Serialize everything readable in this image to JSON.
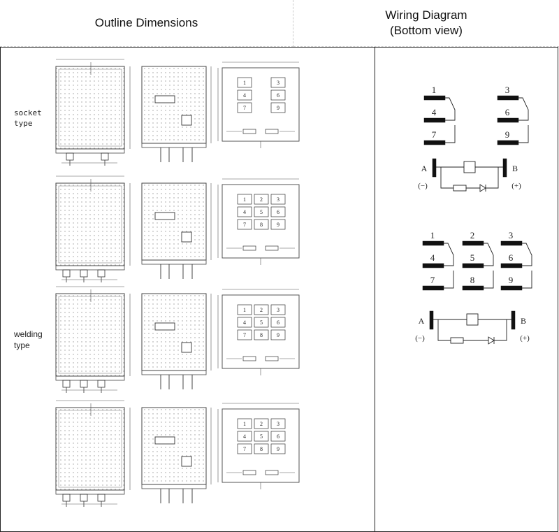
{
  "header": {
    "left_title": "Outline Dimensions",
    "right_title_line1": "Wiring Diagram",
    "right_title_line2": "(Bottom view)"
  },
  "row_labels": {
    "socket_line1": "socket",
    "socket_line2": "type",
    "welding_line1": "welding",
    "welding_line2": "type"
  },
  "wiring": {
    "two_pole": {
      "pins": [
        "1",
        "4",
        "7",
        "3",
        "6",
        "9"
      ],
      "coil_a": "A",
      "coil_b": "B",
      "minus": "(−)",
      "plus": "(+)"
    },
    "three_pole": {
      "pins": [
        "1",
        "4",
        "7",
        "2",
        "5",
        "8",
        "3",
        "6",
        "9"
      ],
      "coil_a": "A",
      "coil_b": "B",
      "minus": "(−)",
      "plus": "(+)"
    }
  },
  "pin_grid": {
    "two_pole": [
      "1",
      "3",
      "4",
      "6",
      "7",
      "9"
    ],
    "three_pole": [
      "1",
      "2",
      "3",
      "4",
      "5",
      "6",
      "7",
      "8",
      "9"
    ]
  }
}
